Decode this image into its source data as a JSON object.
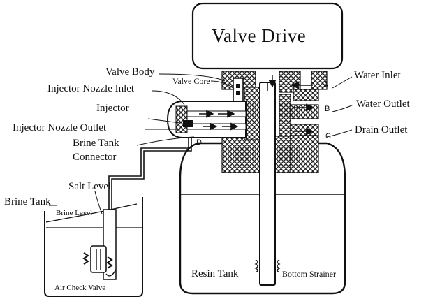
{
  "title": "Valve Drive",
  "labels": {
    "valve_body": "Valve Body",
    "valve_core": "Valve Core",
    "injector_nozzle_inlet": "Injector Nozzle Inlet",
    "injector": "Injector",
    "injector_nozzle_outlet": "Injector Nozzle  Outlet",
    "brine_tank_connector_1": "Brine Tank",
    "brine_tank_connector_2": "Connector",
    "salt_level": "Salt Level",
    "brine_tank": "Brine Tank",
    "brine_level": "Brine Level",
    "air_check_valve": "Air Check Valve",
    "water_inlet": "Water Inlet",
    "water_outlet": "Water Outlet",
    "drain_outlet": "Drain Outlet",
    "resin_tank": "Resin Tank",
    "bottom_strainer": "Bottom Strainer"
  },
  "ports": {
    "a": "A",
    "b": "B",
    "c": "C",
    "d": "D"
  },
  "colors": {
    "line": "#111111",
    "hatch": "#222222",
    "background": "#ffffff"
  }
}
